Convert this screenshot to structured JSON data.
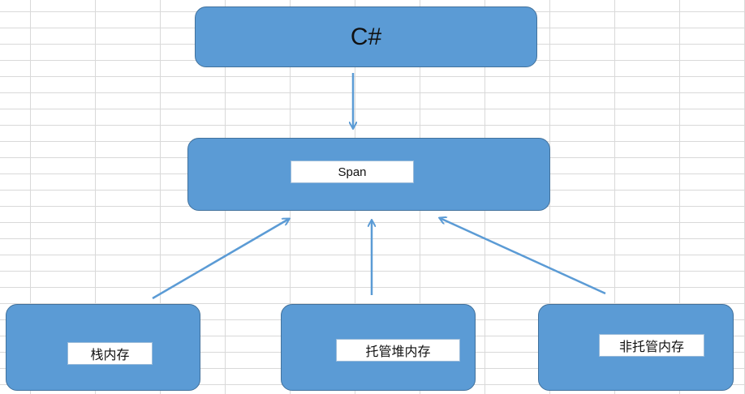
{
  "diagram": {
    "top": {
      "label": "C#"
    },
    "middle": {
      "label": "Span"
    },
    "sources": [
      {
        "label": "栈内存"
      },
      {
        "label": "托管堆内存"
      },
      {
        "label": "非托管内存"
      }
    ]
  },
  "colors": {
    "node_fill": "#5b9bd5",
    "node_border": "#41719c",
    "arrow": "#5b9bd5",
    "grid": "#d9d9d9"
  }
}
